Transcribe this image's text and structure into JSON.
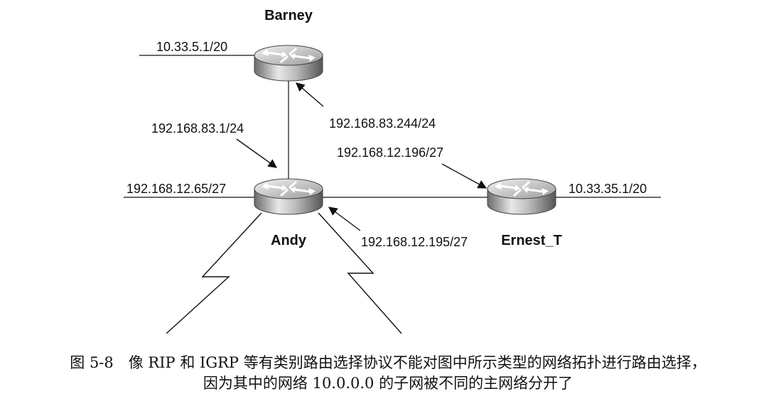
{
  "routers": {
    "barney": {
      "name": "Barney",
      "lan": "10.33.5.1/20"
    },
    "andy": {
      "name": "Andy",
      "lan": "192.168.12.65/27"
    },
    "ernest": {
      "name": "Ernest_T",
      "lan": "10.33.35.1/20"
    }
  },
  "links": {
    "barney_andy": {
      "barney_side": "192.168.83.244/24",
      "andy_side": "192.168.83.1/24"
    },
    "andy_ernest": {
      "ernest_side": "192.168.12.196/27",
      "andy_side": "192.168.12.195/27"
    }
  },
  "caption": {
    "line1": "图 5-8　像 RIP 和 IGRP 等有类别路由选择协议不能对图中所示类型的网络拓扑进行路由选择，",
    "line2": "因为其中的网络 10.0.0.0 的子网被不同的主网络分开了"
  }
}
